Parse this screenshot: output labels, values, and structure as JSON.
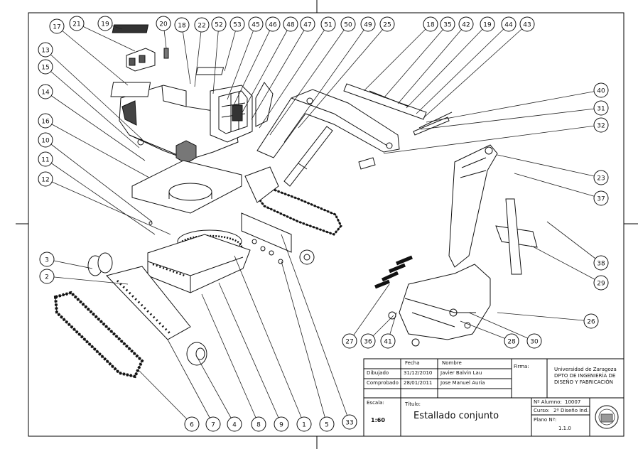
{
  "callouts": [
    {
      "n": "19"
    },
    {
      "n": "20"
    },
    {
      "n": "17"
    },
    {
      "n": "21"
    },
    {
      "n": "18"
    },
    {
      "n": "22"
    },
    {
      "n": "52"
    },
    {
      "n": "53"
    },
    {
      "n": "45"
    },
    {
      "n": "46"
    },
    {
      "n": "48"
    },
    {
      "n": "47"
    },
    {
      "n": "51"
    },
    {
      "n": "50"
    },
    {
      "n": "49"
    },
    {
      "n": "25"
    },
    {
      "n": "18"
    },
    {
      "n": "35"
    },
    {
      "n": "42"
    },
    {
      "n": "19"
    },
    {
      "n": "44"
    },
    {
      "n": "43"
    },
    {
      "n": "13"
    },
    {
      "n": "15"
    },
    {
      "n": "14"
    },
    {
      "n": "16"
    },
    {
      "n": "10"
    },
    {
      "n": "11"
    },
    {
      "n": "12"
    },
    {
      "n": "40"
    },
    {
      "n": "31"
    },
    {
      "n": "32"
    },
    {
      "n": "23"
    },
    {
      "n": "37"
    },
    {
      "n": "38"
    },
    {
      "n": "29"
    },
    {
      "n": "26"
    },
    {
      "n": "3"
    },
    {
      "n": "2"
    },
    {
      "n": "27"
    },
    {
      "n": "36"
    },
    {
      "n": "41"
    },
    {
      "n": "28"
    },
    {
      "n": "30"
    },
    {
      "n": "6"
    },
    {
      "n": "7"
    },
    {
      "n": "4"
    },
    {
      "n": "8"
    },
    {
      "n": "9"
    },
    {
      "n": "1"
    },
    {
      "n": "5"
    },
    {
      "n": "33"
    }
  ],
  "title_block": {
    "fecha_label": "Fecha",
    "nombre_label": "Nombre",
    "firma_label": "Firma:",
    "dibujado_label": "Dibujado",
    "dibujado_fecha": "31/12/2010",
    "dibujado_nombre": "Javier Balvin Lau",
    "comprobado_label": "Comprobado",
    "comprobado_fecha": "28/01/2011",
    "comprobado_nombre": "Jose Manuel Auria",
    "escala_label": "Escala:",
    "escala_value": "1:60",
    "titulo_label": "Título:",
    "titulo_value": "Estallado conjunto",
    "institution_line1": "Universidad de Zaragoza",
    "institution_line2": "DPTO DE INGENIERÍA DE",
    "institution_line3": "DISEÑO Y FABRICACIÓN",
    "alumno_label": "Nº Alumno:",
    "alumno_value": "10007",
    "curso_label": "Curso:",
    "curso_value": "2º Diseño Ind.",
    "plano_label": "Plano Nº:",
    "plano_value": "1.1.0"
  }
}
